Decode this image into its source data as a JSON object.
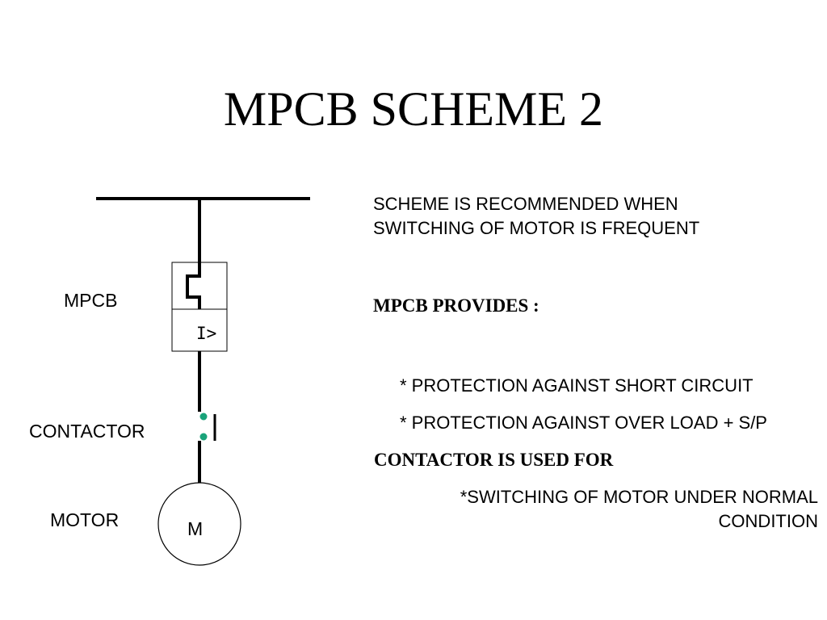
{
  "slide": {
    "title": "MPCB SCHEME 2"
  },
  "diagram": {
    "labels": {
      "mpcb": "MPCB",
      "contactor": "CONTACTOR",
      "motor": "MOTOR"
    },
    "overcurrent_symbol": "I>",
    "motor_symbol": "M",
    "colors": {
      "line": "#000000",
      "contact_dot": "#1aa37a"
    }
  },
  "notes": {
    "scheme_line1": "SCHEME  IS  RECOMMENDED  WHEN",
    "scheme_line2": "SWITCHING  OF  MOTOR  IS FREQUENT",
    "mpcb_heading": "MPCB  PROVIDES :",
    "mpcb_item1": "* PROTECTION  AGAINST  SHORT  CIRCUIT",
    "mpcb_item2": "* PROTECTION  AGAINST  OVER LOAD + S/P",
    "contactor_heading": "CONTACTOR  IS  USED  FOR",
    "contactor_item1_line1": "*SWITCHING OF MOTOR UNDER  NORMAL",
    "contactor_item1_line2": "CONDITION"
  }
}
